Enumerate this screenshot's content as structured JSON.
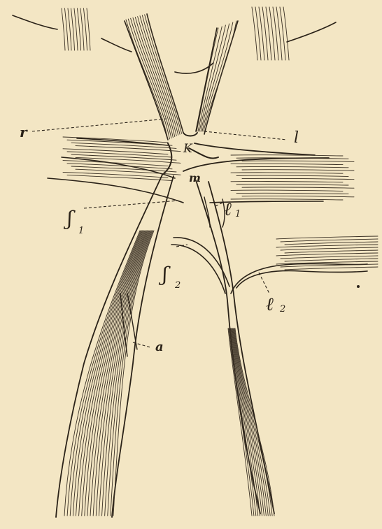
{
  "labels": {
    "r": "r",
    "l": "l",
    "K": "K",
    "m": "m",
    "s1_main": "ʃ",
    "s1_sub": "1",
    "s2_main": "ʃ",
    "s2_sub": "2",
    "l1_main": "ℓ",
    "l1_sub": "1",
    "l2_main": "ℓ",
    "l2_sub": "2",
    "a": "a"
  },
  "colors": {
    "paper": "#f3e6c4",
    "ink": "#2a2218"
  }
}
